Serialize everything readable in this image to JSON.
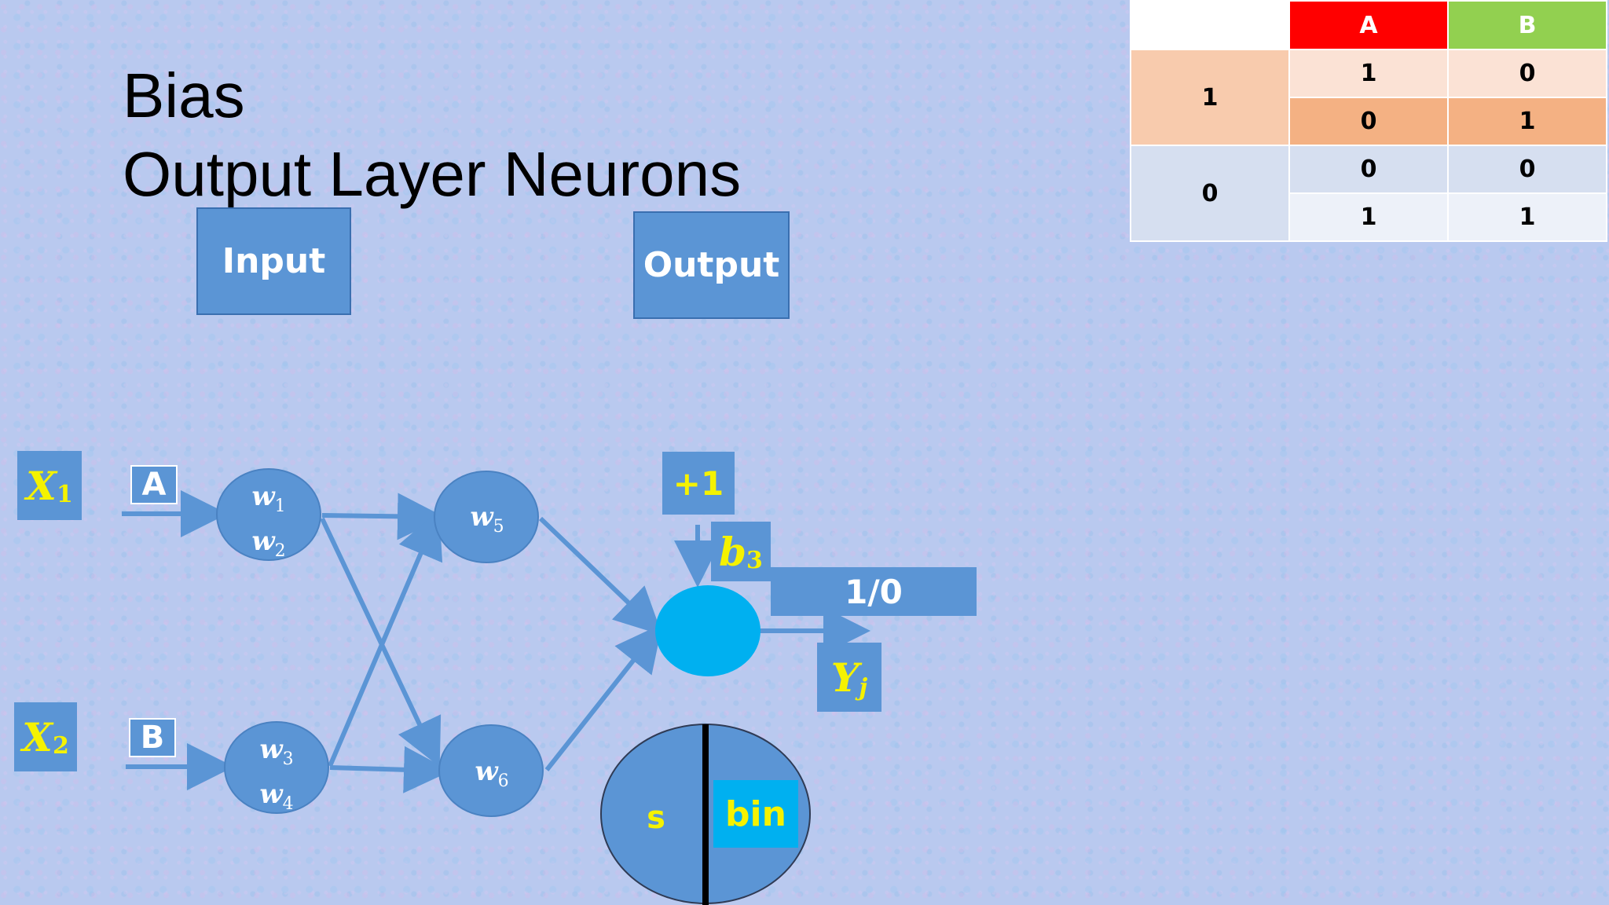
{
  "slide": {
    "title_line1": "Bias",
    "title_line2": "Output Layer Neurons"
  },
  "layers": {
    "input_label": "Input",
    "output_label": "Output"
  },
  "inputs": {
    "x1_var": "X",
    "x1_sub": "1",
    "x2_var": "X",
    "x2_sub": "2",
    "a_label": "A",
    "b_label": "B"
  },
  "weights": {
    "w1": {
      "var": "w",
      "sub": "1"
    },
    "w2": {
      "var": "w",
      "sub": "2"
    },
    "w3": {
      "var": "w",
      "sub": "3"
    },
    "w4": {
      "var": "w",
      "sub": "4"
    },
    "w5": {
      "var": "w",
      "sub": "5"
    },
    "w6": {
      "var": "w",
      "sub": "6"
    }
  },
  "bias": {
    "plus_one": "+1",
    "b_var": "b",
    "b_sub": "3"
  },
  "output": {
    "result": "1/0",
    "y_var": "Y",
    "y_sub": "j"
  },
  "activation": {
    "left": "s",
    "right": "bin"
  },
  "truth_table": {
    "headers": [
      "",
      "A",
      "B"
    ],
    "groups": [
      {
        "label": "1",
        "rows": [
          [
            "1",
            "0"
          ],
          [
            "0",
            "1"
          ]
        ]
      },
      {
        "label": "0",
        "rows": [
          [
            "0",
            "0"
          ],
          [
            "1",
            "1"
          ]
        ]
      }
    ]
  },
  "colors": {
    "box_blue": "#5b95d5",
    "output_neuron": "#00b0f0",
    "header_a": "#ff0000",
    "header_b": "#92d050",
    "symbol_yellow": "#f5f200",
    "row_peach_light": "#fbe2d5",
    "row_peach": "#f4b183",
    "row_blue_light": "#dae3f3",
    "row_blue_lighter": "#edf1f9"
  }
}
